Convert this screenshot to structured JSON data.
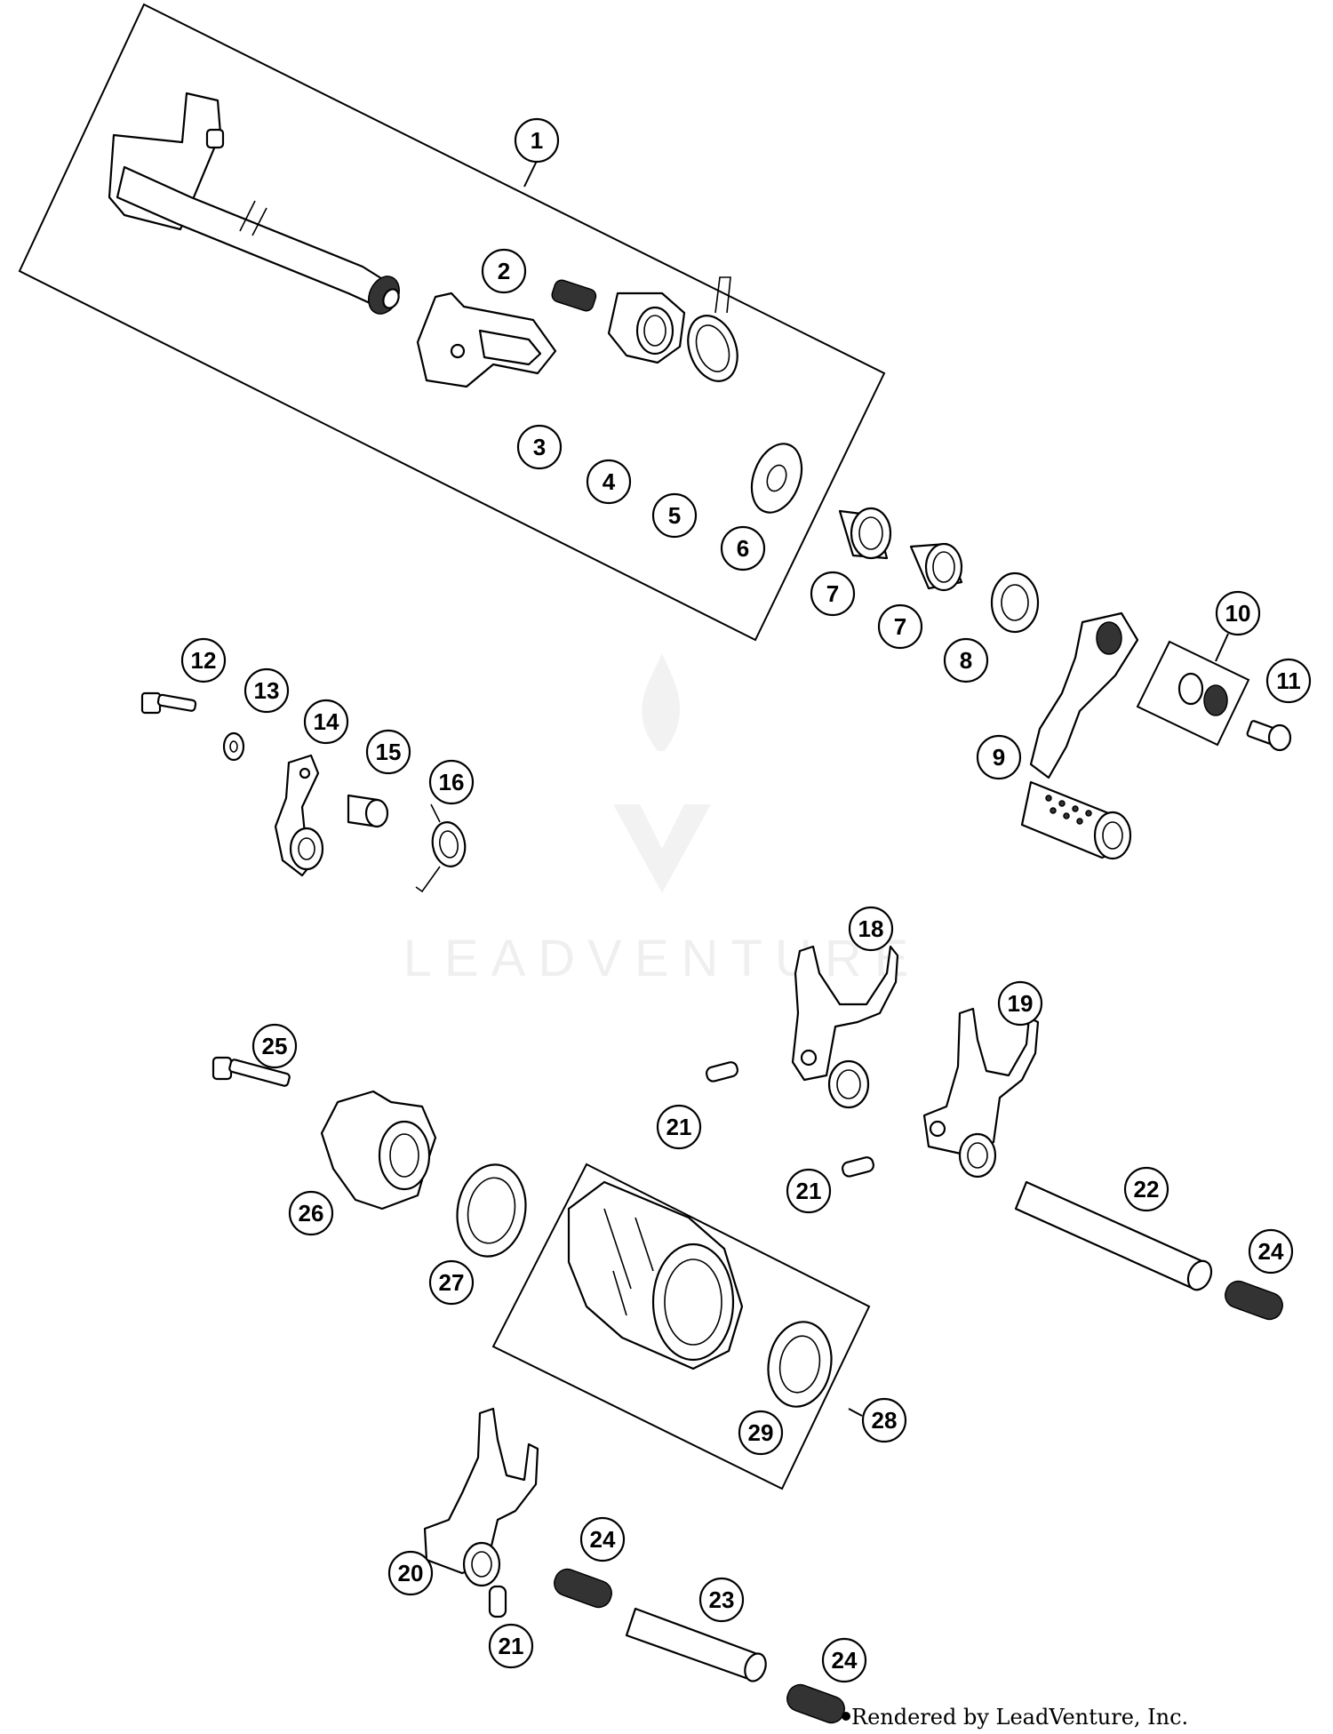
{
  "watermark": {
    "text": "LEADVENTURE"
  },
  "footer": {
    "credit": "Rendered by LeadVenture, Inc."
  },
  "callouts": [
    "1",
    "2",
    "3",
    "4",
    "5",
    "6",
    "7",
    "7",
    "8",
    "9",
    "10",
    "11",
    "12",
    "13",
    "14",
    "15",
    "16",
    "18",
    "19",
    "21",
    "21",
    "22",
    "24",
    "25",
    "26",
    "27",
    "28",
    "29",
    "20",
    "24",
    "23",
    "21",
    "24"
  ]
}
